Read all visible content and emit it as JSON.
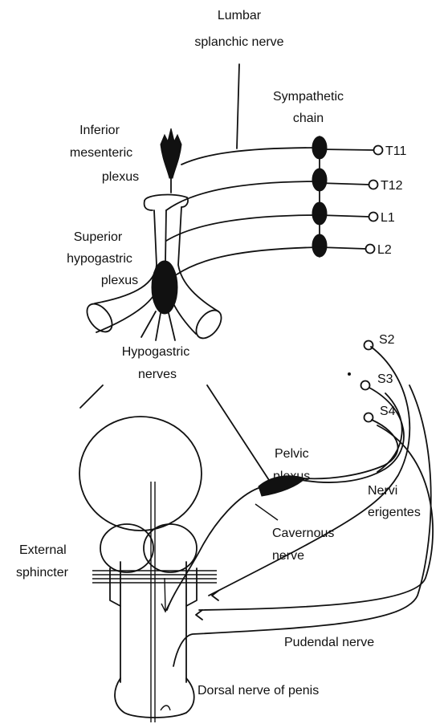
{
  "labels": {
    "lumbar_1": "Lumbar",
    "lumbar_2": "splanchic nerve",
    "symp_1": "Sympathetic",
    "symp_2": "chain",
    "inferior_1": "Inferior",
    "inferior_2": "mesenteric",
    "inferior_3": "plexus",
    "superior_1": "Superior",
    "superior_2": "hypogastric",
    "superior_3": "plexus",
    "hypogastric_1": "Hypogastric",
    "hypogastric_2": "nerves",
    "pelvic_1": "Pelvic",
    "pelvic_2": "plexus",
    "nervi_1": "Nervi",
    "nervi_2": "erigentes",
    "cavernous_1": "Cavernous",
    "cavernous_2": "nerve",
    "external_1": "External",
    "external_2": "sphincter",
    "pudendal": "Pudendal nerve",
    "dorsal": "Dorsal nerve of penis"
  },
  "roots": {
    "t11": "T11",
    "t12": "T12",
    "l1": "L1",
    "l2": "L2",
    "s2": "S2",
    "s3": "S3",
    "s4": "S4"
  }
}
